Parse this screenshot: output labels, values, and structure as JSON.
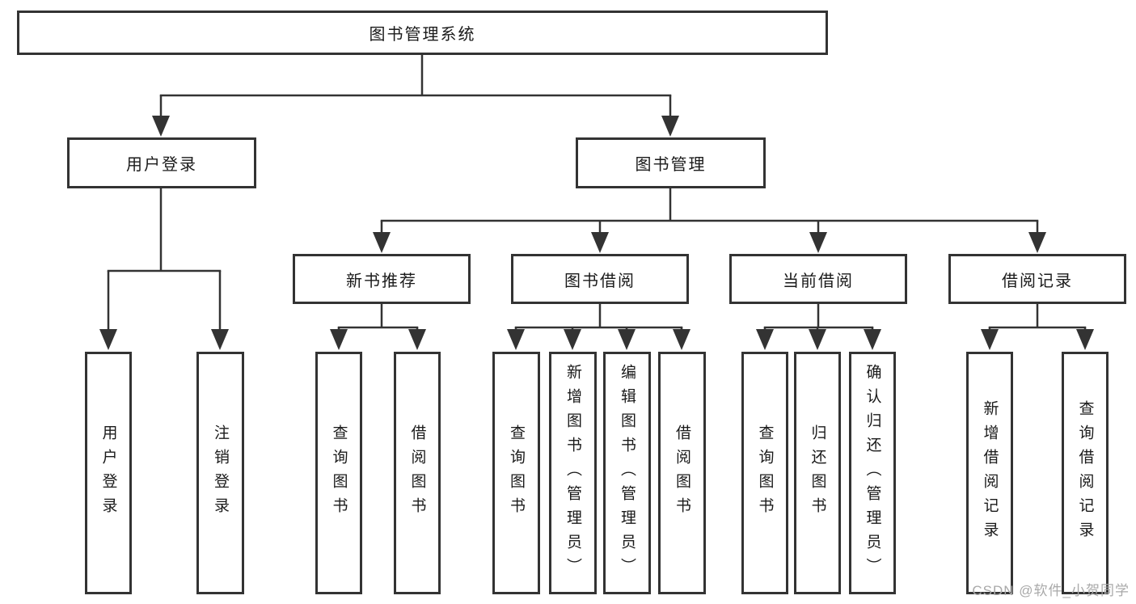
{
  "colors": {
    "line": "#333333",
    "text": "#1a1a1a",
    "watermark": "#a9a9a9",
    "background": "#ffffff"
  },
  "tree": {
    "label": "图书管理系统",
    "children": [
      {
        "label": "用户登录",
        "children": [
          {
            "label": "用户登录"
          },
          {
            "label": "注销登录"
          }
        ]
      },
      {
        "label": "图书管理",
        "children": [
          {
            "label": "新书推荐",
            "children": [
              {
                "label": "查询图书"
              },
              {
                "label": "借阅图书"
              }
            ]
          },
          {
            "label": "图书借阅",
            "children": [
              {
                "label": "查询图书"
              },
              {
                "label": "新增图书（管理员）"
              },
              {
                "label": "编辑图书（管理员）"
              },
              {
                "label": "借阅图书"
              }
            ]
          },
          {
            "label": "当前借阅",
            "children": [
              {
                "label": "查询图书"
              },
              {
                "label": "归还图书"
              },
              {
                "label": "确认归还（管理员）"
              }
            ]
          },
          {
            "label": "借阅记录",
            "children": [
              {
                "label": "新增借阅记录"
              },
              {
                "label": "查询借阅记录"
              }
            ]
          }
        ]
      }
    ]
  },
  "watermark": {
    "text": "CSDN @软件_小贺同学"
  }
}
